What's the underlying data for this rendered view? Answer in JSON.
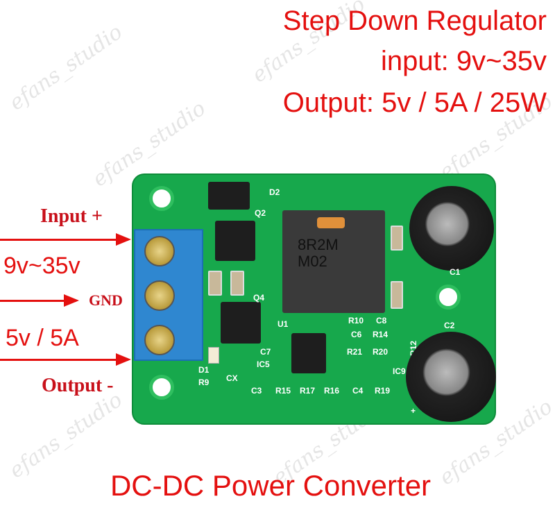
{
  "header": {
    "line1": "Step Down Regulator",
    "line2": "input: 9v~35v",
    "line3": "Output: 5v / 5A / 25W"
  },
  "footer": {
    "title": "DC-DC Power Converter"
  },
  "watermark": "efans_studio",
  "labels": {
    "input": "Input +",
    "input_range": "9v~35v",
    "gnd": "GND",
    "output_spec": "5v / 5A",
    "output": "Output -"
  },
  "board": {
    "inductor_line1": "8R2M",
    "inductor_line2": "M02",
    "silkscreen": [
      "D2",
      "Q2",
      "Q4",
      "U1",
      "R10",
      "C8",
      "C6",
      "R14",
      "R21",
      "R20",
      "R12",
      "C7",
      "IC5",
      "IC9",
      "D1",
      "R9",
      "CX",
      "C3",
      "R15",
      "R17",
      "R16",
      "C4",
      "R19",
      "C1",
      "C2",
      "+"
    ]
  },
  "colors": {
    "text_red": "#e4100f",
    "pcb_green": "#17a84c",
    "terminal_blue": "#2f87d0"
  }
}
